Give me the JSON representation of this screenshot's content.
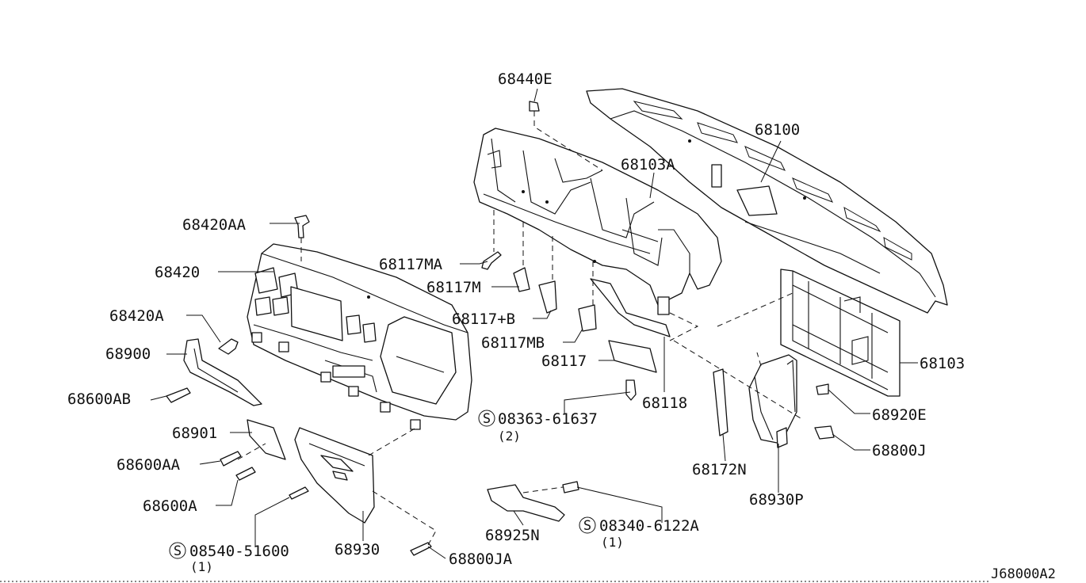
{
  "diagram": {
    "reference_code": "J68000A2",
    "part_numbers": {
      "p68440E": "68440E",
      "p68100": "68100",
      "p68103A": "68103A",
      "p68420AA": "68420AA",
      "p68420": "68420",
      "p68420A": "68420A",
      "p68900": "68900",
      "p68600AB": "68600AB",
      "p68117MA": "68117MA",
      "p68117M": "68117M",
      "p68117B": "68117+B",
      "p68117MB": "68117MB",
      "p68117": "68117",
      "p68118": "68118",
      "p68103": "68103",
      "p68920E": "68920E",
      "p68800J": "68800J",
      "p68172N": "68172N",
      "p68930P": "68930P",
      "p68901": "68901",
      "p68600AA": "68600AA",
      "p68600A": "68600A",
      "p68930": "68930",
      "p68800JA": "68800JA",
      "p68925N": "68925N"
    },
    "screws": {
      "s1": {
        "symbol": "S",
        "part": "08363-61637",
        "qty": "(2)"
      },
      "s2": {
        "symbol": "S",
        "part": "08340-6122A",
        "qty": "(1)"
      },
      "s3": {
        "symbol": "S",
        "part": "08540-51600",
        "qty": "(1)"
      }
    }
  }
}
